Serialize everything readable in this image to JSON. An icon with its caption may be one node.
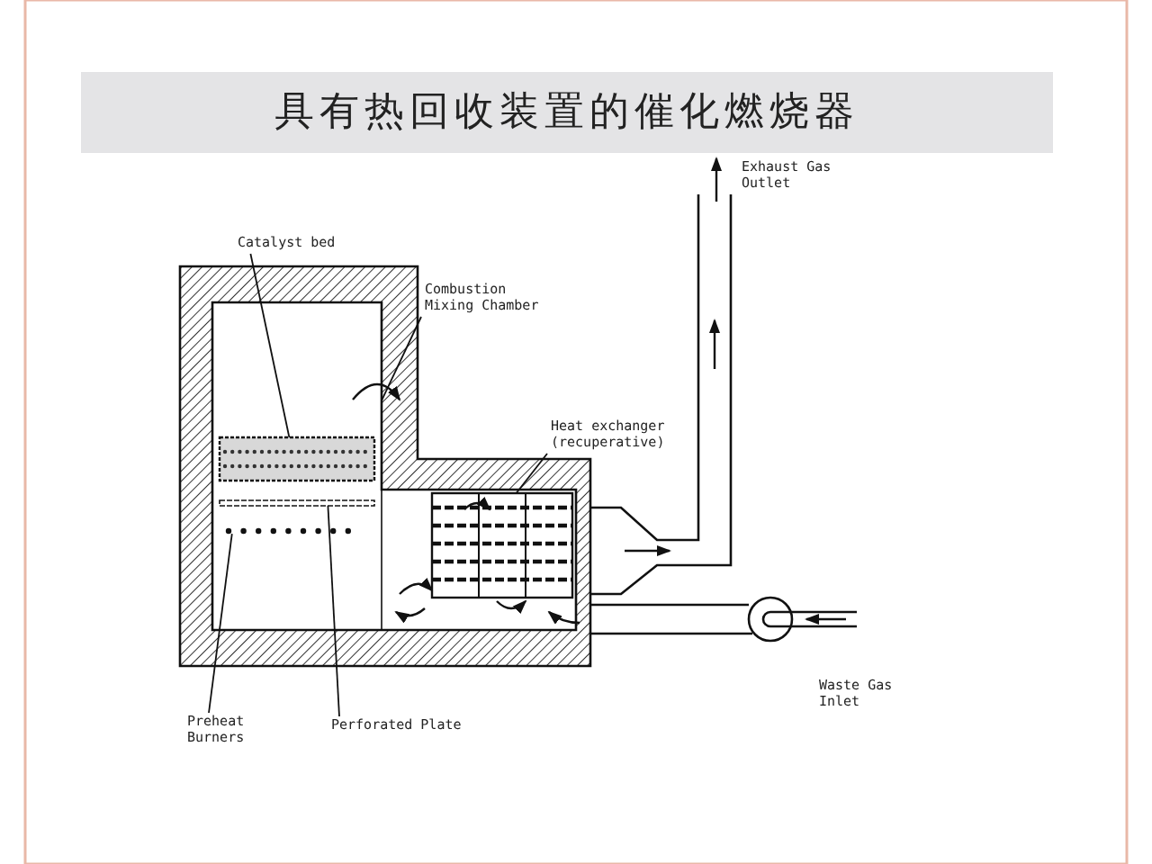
{
  "diagram": {
    "title": "具有热回收装置的催化燃烧器",
    "nodes": [
      {
        "text": [
          "Catalyst bed"
        ]
      },
      {
        "text": [],
        "shape": "box",
        "in": 3
      },
      {
        "text": [
          "Combustion Mixing Chamber"
        ]
      },
      {
        "text": [],
        "shape": "box"
      },
      {
        "text": [
          "Heat exchanger (recuperative)"
        ]
      },
      {
        "text": [],
        "shape": "box"
      },
      {
        "text": [
          "Preheat Burners"
        ]
      },
      {
        "text": [],
        "shape": "circle",
        "in": 3
      },
      {
        "text": [
          "Perforated Plate"
        ]
      },
      {
        "text": [],
        "shape": "bar",
        "in": 3
      }
    ],
    "edges": [
      {
        "from": 0,
        "to": 1,
        "arrow": "none"
      },
      {
        "from": 2,
        "to": 3,
        "arrow": "none"
      },
      {
        "from": 4,
        "to": 5,
        "arrow": "none"
      },
      {
        "from": 6,
        "to": 7,
        "arrow": "none"
      },
      {
        "from": 8,
        "to": 9,
        "arrow": "none"
      }
    ],
    "labels": [
      "Exhaust Gas Outlet",
      "Waste Gas Inlet"
    ]
  }
}
